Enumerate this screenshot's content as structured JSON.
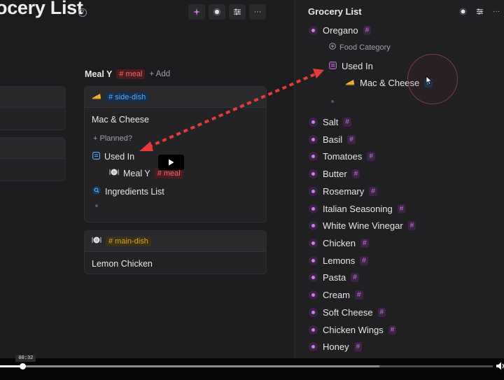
{
  "page": {
    "title": "ocery List",
    "help_glyph": "?"
  },
  "toolbar": {
    "icons": [
      "sparkle-icon",
      "circle-icon",
      "sliders-icon",
      "more-icon"
    ],
    "more_glyph": "···"
  },
  "column": {
    "title": "Meal Y",
    "tag": "# meal",
    "add_label": "+ Add"
  },
  "cards": [
    {
      "tag": "# side-dish",
      "title": "Mac & Cheese",
      "planned_label": "+ Planned?",
      "used_in_label": "Used In",
      "used_in_item": "Meal Y",
      "used_in_item_tag": "# meal",
      "ingredients_label": "Ingredients List"
    },
    {
      "tag": "# main-dish",
      "title": "Lemon Chicken"
    }
  ],
  "panel": {
    "title": "Grocery List",
    "expanded_item": {
      "label": "Oregano",
      "hash": "#",
      "category_label": "Food Category",
      "used_in_label": "Used In",
      "used_in_item": "Mac & Cheese",
      "used_in_item_hash": "#"
    },
    "items": [
      {
        "label": "Salt",
        "hash": "#"
      },
      {
        "label": "Basil",
        "hash": "#"
      },
      {
        "label": "Tomatoes",
        "hash": "#"
      },
      {
        "label": "Butter",
        "hash": "#"
      },
      {
        "label": "Rosemary",
        "hash": "#"
      },
      {
        "label": "Italian Seasoning",
        "hash": "#"
      },
      {
        "label": "White Wine Vinegar",
        "hash": "#"
      },
      {
        "label": "Chicken",
        "hash": "#"
      },
      {
        "label": "Lemons",
        "hash": "#"
      },
      {
        "label": "Pasta",
        "hash": "#"
      },
      {
        "label": "Cream",
        "hash": "#"
      },
      {
        "label": "Soft Cheese",
        "hash": "#"
      },
      {
        "label": "Chicken Wings",
        "hash": "#"
      },
      {
        "label": "Honey",
        "hash": "#"
      }
    ]
  },
  "video": {
    "time": "00:32",
    "progress_fraction": 0.046,
    "buffered_fraction": 0.77
  },
  "colors": {
    "accent_purple": "#d27de3",
    "arrow_red": "#e53b3b",
    "meal_tag": "#f06a6a",
    "side_dish_tag": "#5aa7f5",
    "main_dish_tag": "#d9a63a"
  }
}
